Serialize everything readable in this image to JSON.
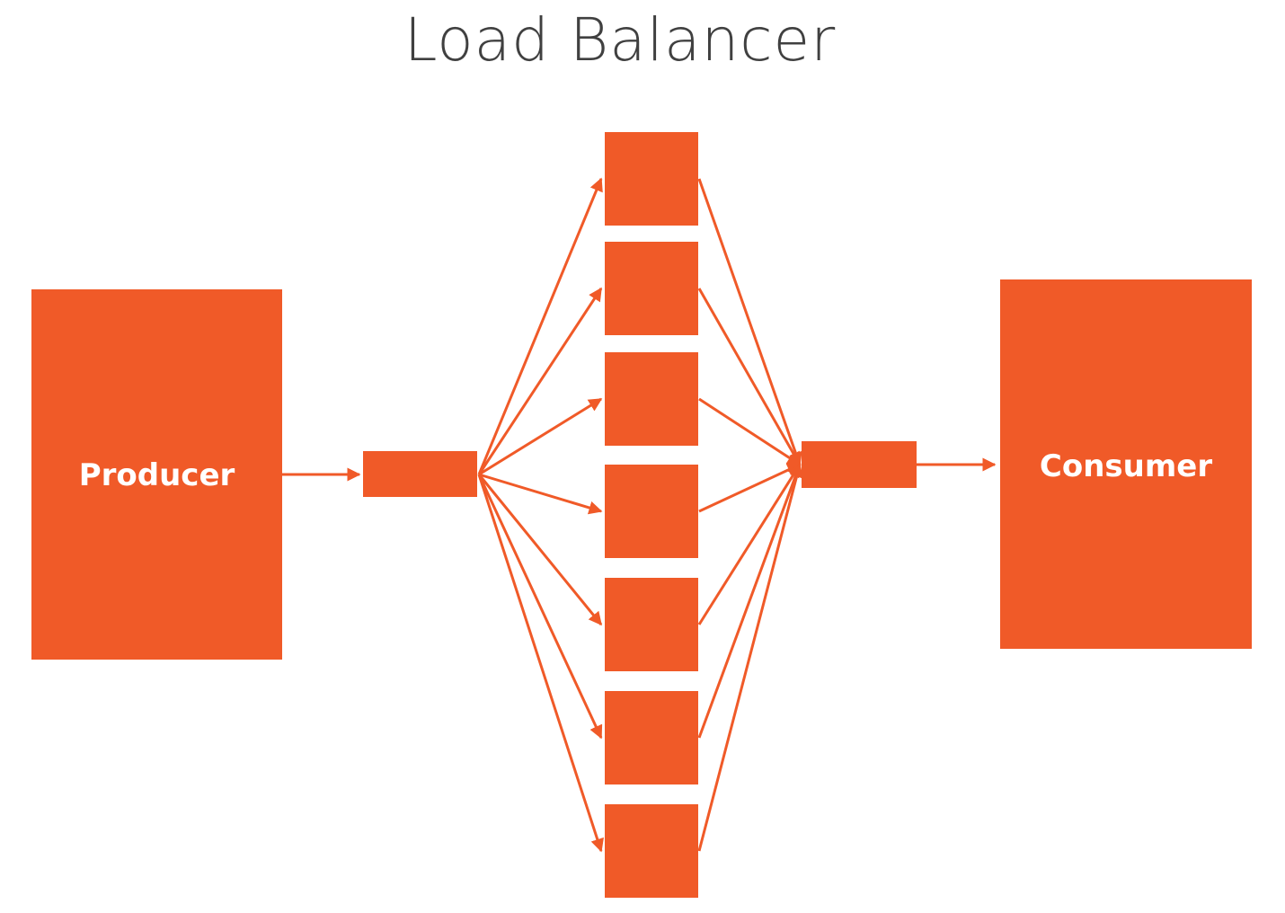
{
  "title": "Load Balancer",
  "colors": {
    "node": "#F05A28",
    "edge": "#F05A28",
    "title": "#404040",
    "label": "#ffffff"
  },
  "nodes": {
    "producer": {
      "label": "Producer"
    },
    "balancer": {
      "label": ""
    },
    "workers": [
      {
        "id": "worker-1",
        "label": ""
      },
      {
        "id": "worker-2",
        "label": ""
      },
      {
        "id": "worker-3",
        "label": ""
      },
      {
        "id": "worker-4",
        "label": ""
      },
      {
        "id": "worker-5",
        "label": ""
      },
      {
        "id": "worker-6",
        "label": ""
      },
      {
        "id": "worker-7",
        "label": ""
      }
    ],
    "aggregator": {
      "label": ""
    },
    "consumer": {
      "label": "Consumer"
    }
  },
  "edges": [
    {
      "from": "producer",
      "to": "balancer"
    },
    {
      "from": "balancer",
      "to": "worker-1"
    },
    {
      "from": "balancer",
      "to": "worker-2"
    },
    {
      "from": "balancer",
      "to": "worker-3"
    },
    {
      "from": "balancer",
      "to": "worker-4"
    },
    {
      "from": "balancer",
      "to": "worker-5"
    },
    {
      "from": "balancer",
      "to": "worker-6"
    },
    {
      "from": "balancer",
      "to": "worker-7"
    },
    {
      "from": "worker-1",
      "to": "aggregator"
    },
    {
      "from": "worker-2",
      "to": "aggregator"
    },
    {
      "from": "worker-3",
      "to": "aggregator"
    },
    {
      "from": "worker-4",
      "to": "aggregator"
    },
    {
      "from": "worker-5",
      "to": "aggregator"
    },
    {
      "from": "worker-6",
      "to": "aggregator"
    },
    {
      "from": "worker-7",
      "to": "aggregator"
    },
    {
      "from": "aggregator",
      "to": "consumer"
    }
  ]
}
